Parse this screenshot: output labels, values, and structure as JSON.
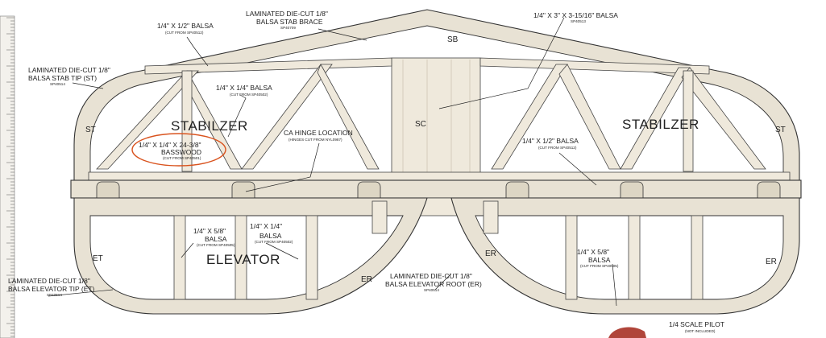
{
  "labels": {
    "balsa_half_top": "1/4\" X 1/2\" BALSA",
    "balsa_half_top_sub": "(CUT FROM SP40512)",
    "stab_brace_1": "LAMINATED DIE-CUT 1/8\"",
    "stab_brace_2": "BALSA STAB BRACE",
    "stab_brace_sub": "SP40709",
    "balsa_3in": "1/4\" X 3\" X  3-15/16\" BALSA",
    "balsa_3in_sub": "SP40513",
    "stab_tip_1": "LAMINATED DIE-CUT 1/8\"",
    "stab_tip_2": "BALSA STAB TIP (ST)",
    "stab_tip_sub": "SP40514",
    "balsa_quarter": "1/4\" X 1/4\" BALSA",
    "balsa_quarter_sub": "(CUT FROM SP40502)",
    "stabilizer_left": "STABILZER",
    "stabilizer_right": "STABILZER",
    "sb": "SB",
    "sc": "SC",
    "st_left": "ST",
    "st_right": "ST",
    "basswood_1": "1/4\" X 1/4\" X 24-3/8\"",
    "basswood_2": "BASSWOOD",
    "basswood_sub": "(CUT FROM SP40501)",
    "hinge": "CA HINGE LOCATION",
    "hinge_sub": "(HINGES CUT FROM NYL0987)",
    "balsa_half_right": "1/4\" X 1/2\" BALSA",
    "balsa_half_right_sub": "(CUT FROM SP40512)",
    "balsa_58_left_1": "1/4\" X 5/8\"",
    "balsa_58_left_2": "BALSA",
    "balsa_58_left_sub": "(CUT FROM SP40505)",
    "balsa_14_elev_1": "1/4\" X 1/4\"",
    "balsa_14_elev_2": "BALSA",
    "balsa_14_elev_sub": "(CUT FROM SP40502)",
    "elevator": "ELEVATOR",
    "et": "ET",
    "er_left": "ER",
    "er_right1": "ER",
    "er_right2": "ER",
    "elev_tip_1": "LAMINATED DIE-CUT 1/8\"",
    "elev_tip_2": "BALSA ELEVATOR TIP (ET)",
    "elev_tip_sub": "SP40514",
    "elev_root_1": "LAMINATED DIE-CUT 1/8\"",
    "elev_root_2": "BALSA ELEVATOR ROOT (ER)",
    "elev_root_sub": "SP40514",
    "balsa_58_right_1": "1/4\" X 5/8\"",
    "balsa_58_right_2": "BALSA",
    "balsa_58_right_sub": "(CUT FROM SP40505)",
    "pilot": "1/4 SCALE PILOT",
    "pilot_sub": "(NOT INCLUDED)"
  },
  "colors": {
    "wood": "#e8e2d4",
    "ink": "#222222",
    "highlight": "#d9531e",
    "ruler": "#f3f1ec",
    "pilot": "#b0453a"
  }
}
